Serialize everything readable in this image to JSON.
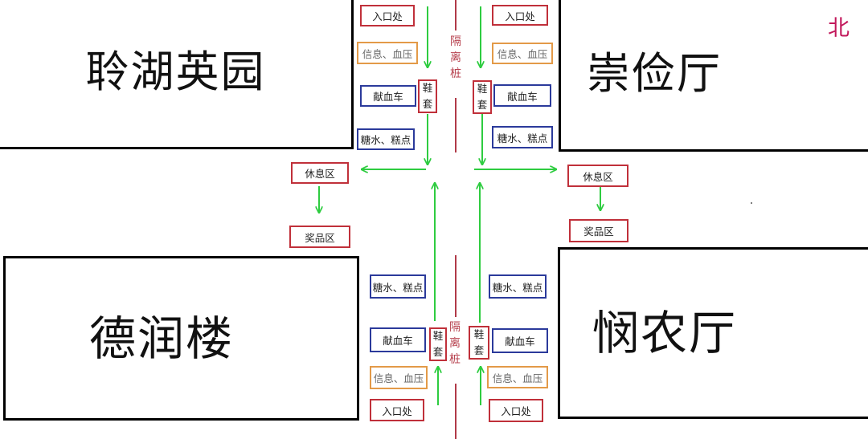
{
  "colors": {
    "arrow_green": "#2ecc40",
    "north_arrow": "#c2185b",
    "divider": "#b03a48",
    "box_red": "#c0303a",
    "box_orange": "#e39a48",
    "box_blue": "#2b3a9b"
  },
  "buildings": {
    "northwest": "聆湖英园",
    "northeast": "崇俭厅",
    "southwest": "德润楼",
    "southeast": "悯农厅"
  },
  "compass": {
    "label": "北",
    "icon": "north-arrow-icon"
  },
  "divider_label": {
    "north": [
      "隔",
      "离",
      "桩"
    ],
    "south": [
      "隔",
      "离",
      "桩"
    ]
  },
  "stations": {
    "entrance": "入口处",
    "info_bp": "信息、血压",
    "donation_bus": "献血车",
    "snacks": "糖水、糕点",
    "shoe_cover": [
      "鞋",
      "套"
    ],
    "rest": "休息区",
    "prize": "奖品区"
  }
}
